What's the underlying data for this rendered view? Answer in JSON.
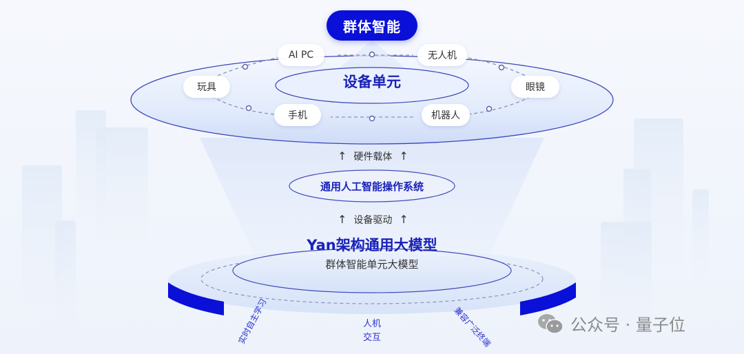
{
  "title": "群体智能",
  "device_unit": {
    "label": "设备单元",
    "devices": [
      {
        "id": "ai-pc",
        "label": "AI PC"
      },
      {
        "id": "drone",
        "label": "无人机"
      },
      {
        "id": "toy",
        "label": "玩具"
      },
      {
        "id": "glasses",
        "label": "眼镜"
      },
      {
        "id": "phone",
        "label": "手机"
      },
      {
        "id": "robot",
        "label": "机器人"
      }
    ]
  },
  "flow": {
    "hardware_carrier": "硬件载体",
    "device_driver": "设备驱动",
    "arrow_glyph": "↑"
  },
  "os": {
    "label": "通用人工智能操作系统"
  },
  "model": {
    "title": "Yan架构通用大模型",
    "subtitle": "群体智能单元大模型"
  },
  "capabilities": {
    "left": "实时自主学习",
    "center_line1": "人机",
    "center_line2": "交互",
    "right": "兼容广泛终端"
  },
  "watermark": {
    "text": "公众号 · 量子位"
  },
  "colors": {
    "primary": "#0a10d8",
    "label_blue": "#1a22b8",
    "disc_fill": "#dbe6fb",
    "disc_edge": "#3a45b8"
  }
}
